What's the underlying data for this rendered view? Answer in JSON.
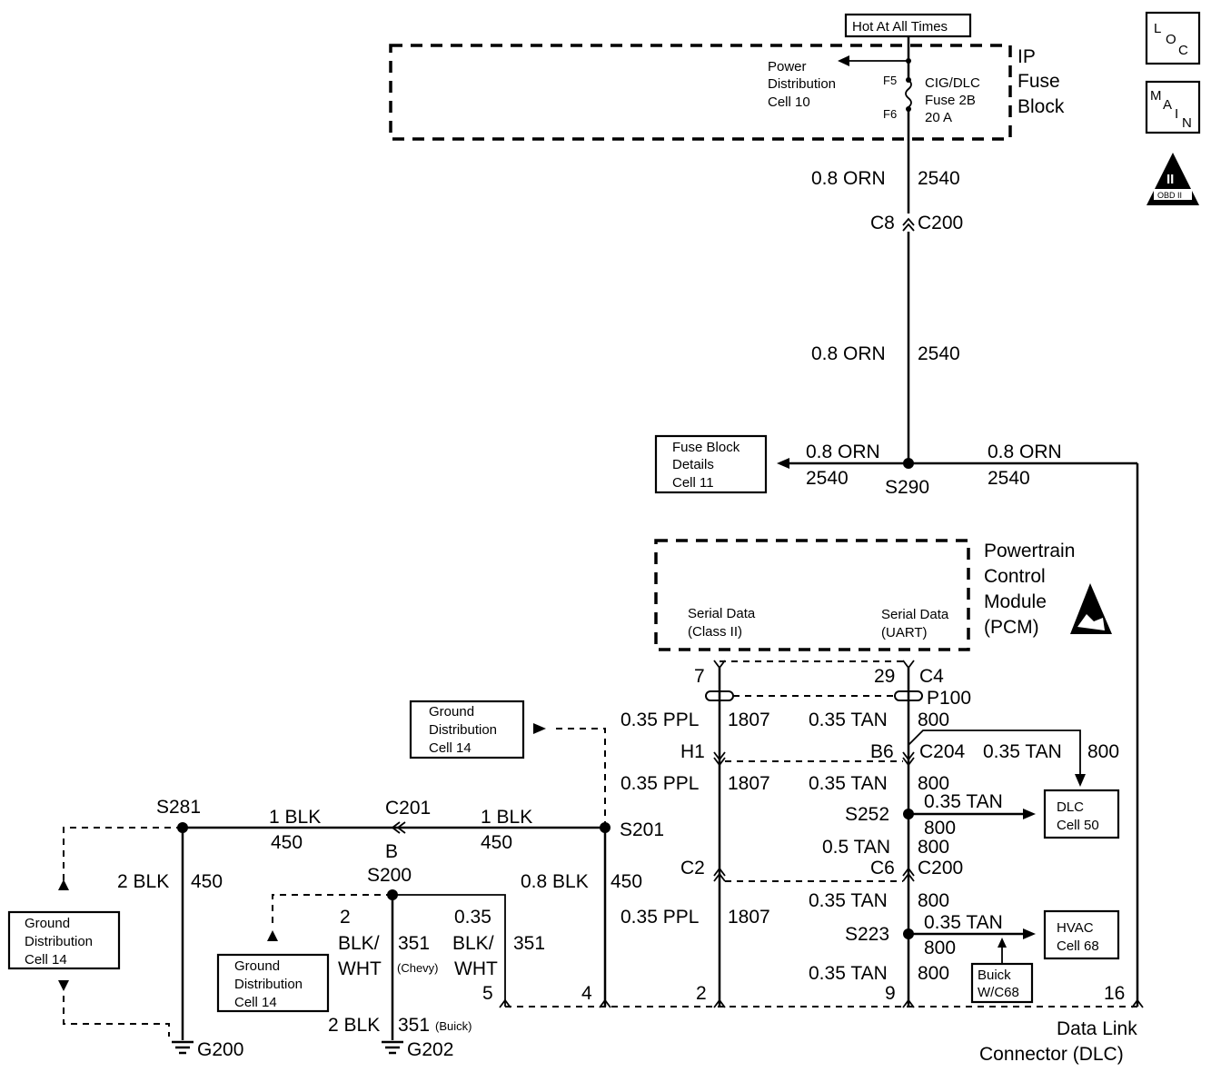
{
  "header": {
    "hot_label": "Hot At All Times",
    "icons": {
      "loc": "LOC",
      "main": "MAIN",
      "obd": "OBD II"
    },
    "obd_top": "II",
    "obd_sub": "OBD II"
  },
  "fuse_block": {
    "title": [
      "IP",
      "Fuse",
      "Block"
    ],
    "power_dist": [
      "Power",
      "Distribution",
      "Cell 10"
    ],
    "fuse_label": [
      "CIG/DLC",
      "Fuse 2B",
      "20 A"
    ],
    "pin_f5": "F5",
    "pin_f6": "F6"
  },
  "upper_wires": {
    "w1_color": "0.8 ORN",
    "w1_circuit": "2540",
    "conn_left": "C8",
    "conn_right": "C200",
    "w2_color": "0.8 ORN",
    "w2_circuit": "2540"
  },
  "s290": {
    "label": "S290",
    "left_color": "0.8 ORN",
    "left_circuit": "2540",
    "right_color": "0.8 ORN",
    "right_circuit": "2540",
    "fuse_details": [
      "Fuse Block",
      "Details",
      "Cell 11"
    ]
  },
  "pcm": {
    "title": [
      "Powertrain",
      "Control",
      "Module",
      "(PCM)"
    ],
    "serial_class2": [
      "Serial Data",
      "(Class II)"
    ],
    "serial_uart": [
      "Serial Data",
      "(UART)"
    ],
    "pin7": "7",
    "pin29": "29",
    "conn_c4": "C4",
    "conn_p100": "P100"
  },
  "left_column": {
    "w1_color": "0.35 PPL",
    "w1_circuit": "1807",
    "conn_h1": "H1",
    "w2_color": "0.35 PPL",
    "w2_circuit": "1807",
    "conn_c2": "C2",
    "w3_color": "0.35 PPL",
    "w3_circuit": "1807",
    "pin": "2"
  },
  "right_column": {
    "w1_color": "0.35 TAN",
    "w1_circuit": "800",
    "conn_b6": "B6",
    "conn_c204": "C204",
    "branch_color": "0.35 TAN",
    "branch_circuit": "800",
    "w2_color": "0.35 TAN",
    "w2_circuit": "800",
    "s252": "S252",
    "dlc_branch_color": "0.35 TAN",
    "dlc_branch_circuit": "800",
    "dlc_cell": [
      "DLC",
      "Cell 50"
    ],
    "w3_color": "0.5 TAN",
    "w3_circuit": "800",
    "conn_c6": "C6",
    "conn_c200": "C200",
    "w4_color": "0.35 TAN",
    "w4_circuit": "800",
    "s223": "S223",
    "hvac_branch_color": "0.35 TAN",
    "hvac_branch_circuit": "800",
    "hvac_cell": [
      "HVAC",
      "Cell 68"
    ],
    "buick_note": [
      "Buick",
      "W/C68"
    ],
    "w5_color": "0.35 TAN",
    "w5_circuit": "800",
    "pin": "9"
  },
  "ground_section": {
    "gd_top": [
      "Ground",
      "Distribution",
      "Cell 14"
    ],
    "gd_left": [
      "Ground",
      "Distribution",
      "Cell 14"
    ],
    "gd_mid": [
      "Ground",
      "Distribution",
      "Cell 14"
    ],
    "s281": "S281",
    "s201": "S201",
    "s200": "S200",
    "c201": "C201",
    "c201_pin": "B",
    "blk_left_color": "1 BLK",
    "blk_left_circuit": "450",
    "blk_right_color": "1 BLK",
    "blk_right_circuit": "450",
    "s281_down_color": "2 BLK",
    "s281_down_circuit": "450",
    "s201_down_color": "0.8 BLK",
    "s201_down_circuit": "450",
    "chevy_color": [
      "2",
      "BLK/",
      "WHT"
    ],
    "chevy_circuit": "351",
    "chevy_note": "(Chevy)",
    "small_color": [
      "0.35",
      "BLK/",
      "WHT"
    ],
    "small_circuit": "351",
    "buick_color": "2 BLK",
    "buick_circuit": "351",
    "buick_note": "(Buick)",
    "g200": "G200",
    "g202": "G202",
    "pin5": "5",
    "pin4": "4"
  },
  "dlc": {
    "pin16": "16",
    "title": [
      "Data Link",
      "Connector (DLC)"
    ]
  }
}
